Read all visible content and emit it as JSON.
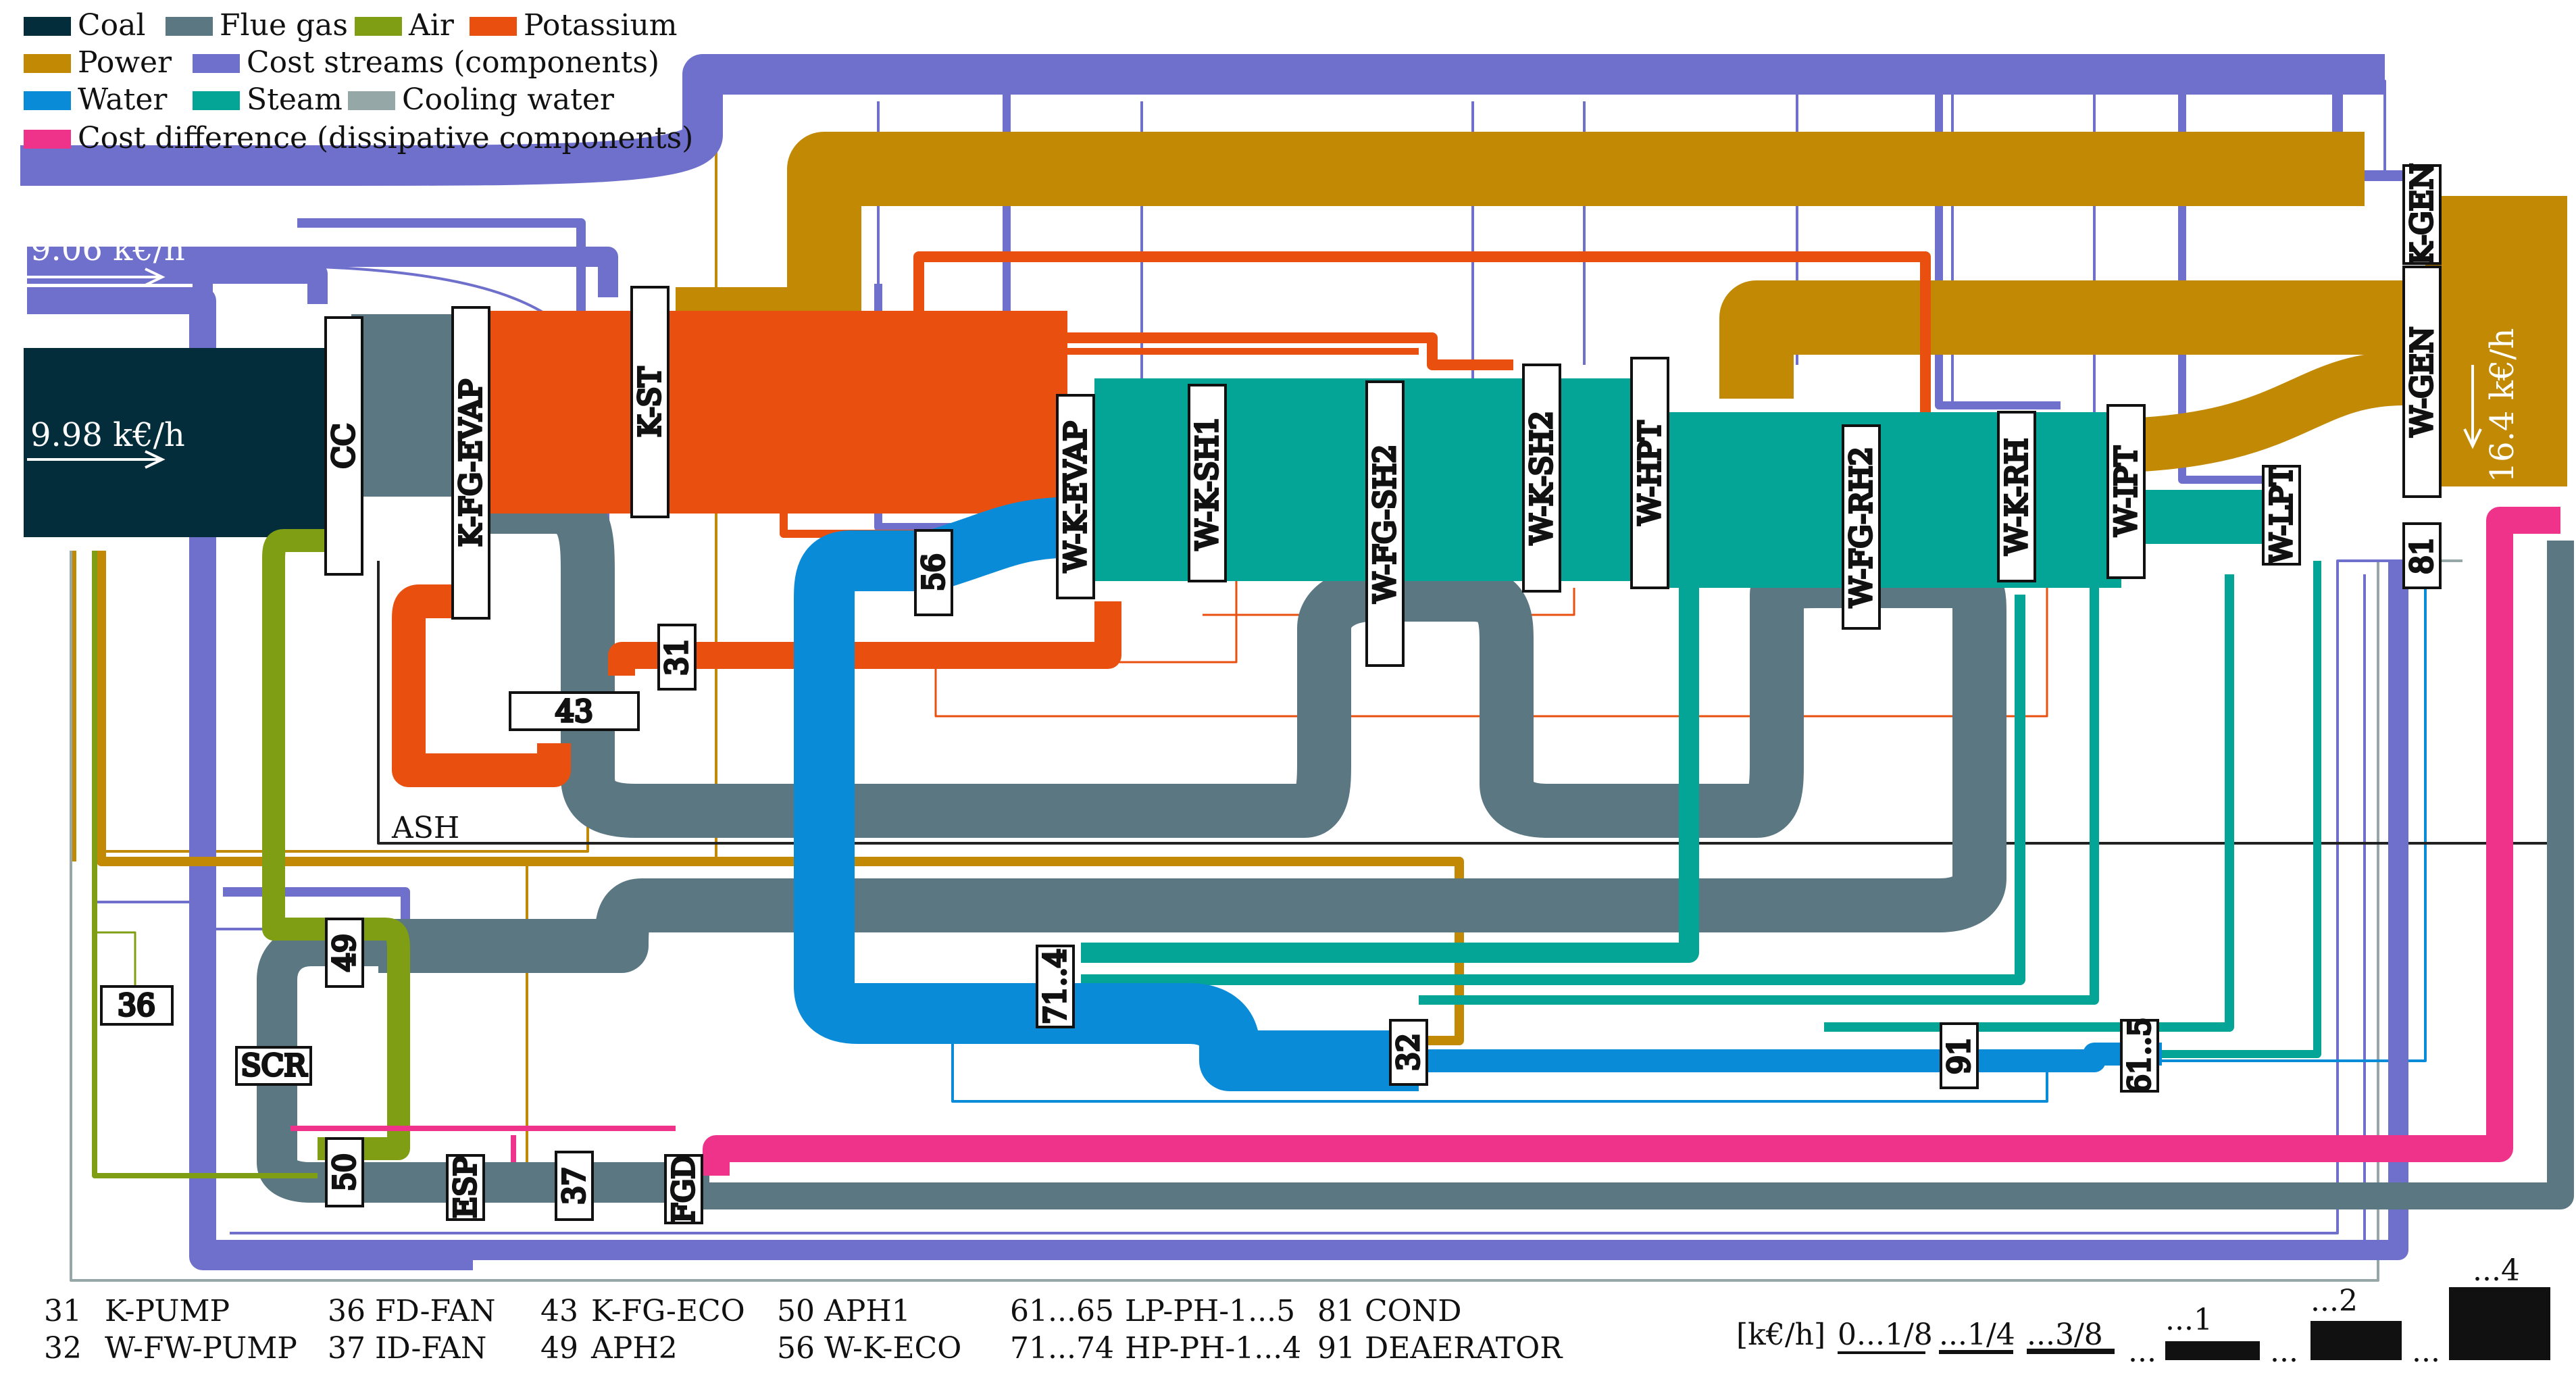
{
  "colors": {
    "coal": "#032d3a",
    "flue_gas": "#5a7782",
    "air": "#7f9e13",
    "potassium": "#e9500f",
    "power": "#c28a04",
    "cost": "#6f70cc",
    "water": "#0a8bd8",
    "steam": "#04a496",
    "cooling": "#95a7a7",
    "diss": "#f0338a",
    "ash": "#222222",
    "bg": "#ffffff"
  },
  "legend": [
    {
      "label": "Coal",
      "color": "#032d3a",
      "key": "coal"
    },
    {
      "label": "Flue gas",
      "color": "#5a7782",
      "key": "flue-gas"
    },
    {
      "label": "Air",
      "color": "#7f9e13",
      "key": "air"
    },
    {
      "label": "Potassium",
      "color": "#e9500f",
      "key": "potassium"
    },
    {
      "label": "Power",
      "color": "#c28a04",
      "key": "power"
    },
    {
      "label": "Cost streams (components)",
      "color": "#6f70cc",
      "key": "cost-streams"
    },
    {
      "label": "Water",
      "color": "#0a8bd8",
      "key": "water"
    },
    {
      "label": "Steam",
      "color": "#04a496",
      "key": "steam"
    },
    {
      "label": "Cooling water",
      "color": "#95a7a7",
      "key": "cooling-water"
    },
    {
      "label": "Cost difference (dissipative components)",
      "color": "#f0338a",
      "key": "cost-difference"
    }
  ],
  "flow_values": {
    "cost_input": "9.06 k€/h",
    "coal_input": "9.98 k€/h",
    "power_output": "16.4 k€/h"
  },
  "components": {
    "cc": "CC",
    "k_fg_evap": "K-FG-EVAP",
    "k_st": "K-ST",
    "w_k_evap": "W-K-EVAP",
    "w_k_sh1": "W-K-SH1",
    "w_fg_sh2": "W-FG-SH2",
    "w_k_sh2": "W-K-SH2",
    "w_hpt": "W-HPT",
    "w_fg_rh2": "W-FG-RH2",
    "w_k_rh": "W-K-RH",
    "w_ipt": "W-IPT",
    "w_lpt": "W-LPT",
    "w_gen": "W-GEN",
    "k_gen": "K-GEN",
    "n56": "56",
    "n31": "31",
    "n43": "43",
    "n49": "49",
    "n36": "36",
    "scr": "SCR",
    "n50": "50",
    "esp": "ESP",
    "n37": "37",
    "fgd": "FGD",
    "n71": "71..4",
    "n32": "32",
    "n91": "91",
    "n61": "61..5",
    "n81": "81"
  },
  "ash_label": "ASH",
  "component_key": [
    {
      "num": "31",
      "name": "K-PUMP"
    },
    {
      "num": "32",
      "name": "W-FW-PUMP"
    },
    {
      "num": "36",
      "name": "FD-FAN"
    },
    {
      "num": "37",
      "name": "ID-FAN"
    },
    {
      "num": "43",
      "name": "K-FG-ECO"
    },
    {
      "num": "49",
      "name": "APH2"
    },
    {
      "num": "50",
      "name": "APH1"
    },
    {
      "num": "56",
      "name": "W-K-ECO"
    },
    {
      "num": "61...65",
      "name": "LP-PH-1...5"
    },
    {
      "num": "71...74",
      "name": "HP-PH-1...4"
    },
    {
      "num": "81",
      "name": "COND"
    },
    {
      "num": "91",
      "name": "DEAERATOR"
    }
  ],
  "scale": {
    "unit": "[k€/h]",
    "s1": "0...1/8",
    "s2": "...1/4",
    "s3": "...3/8",
    "s4": "...1",
    "s5": "...2",
    "s6": "...4",
    "e1": "...",
    "e2": "...",
    "e3": "..."
  }
}
